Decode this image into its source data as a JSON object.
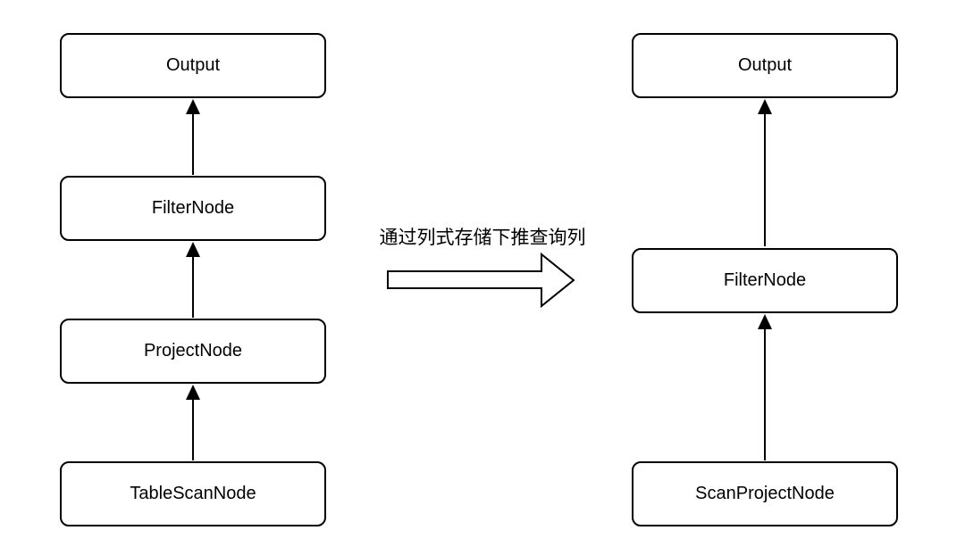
{
  "left_diagram": {
    "nodes": [
      "Output",
      "FilterNode",
      "ProjectNode",
      "TableScanNode"
    ]
  },
  "right_diagram": {
    "nodes": [
      "Output",
      "FilterNode",
      "ScanProjectNode"
    ]
  },
  "transform": {
    "label": "通过列式存储下推查询列"
  },
  "colors": {
    "stroke": "#000000",
    "background": "#ffffff"
  }
}
